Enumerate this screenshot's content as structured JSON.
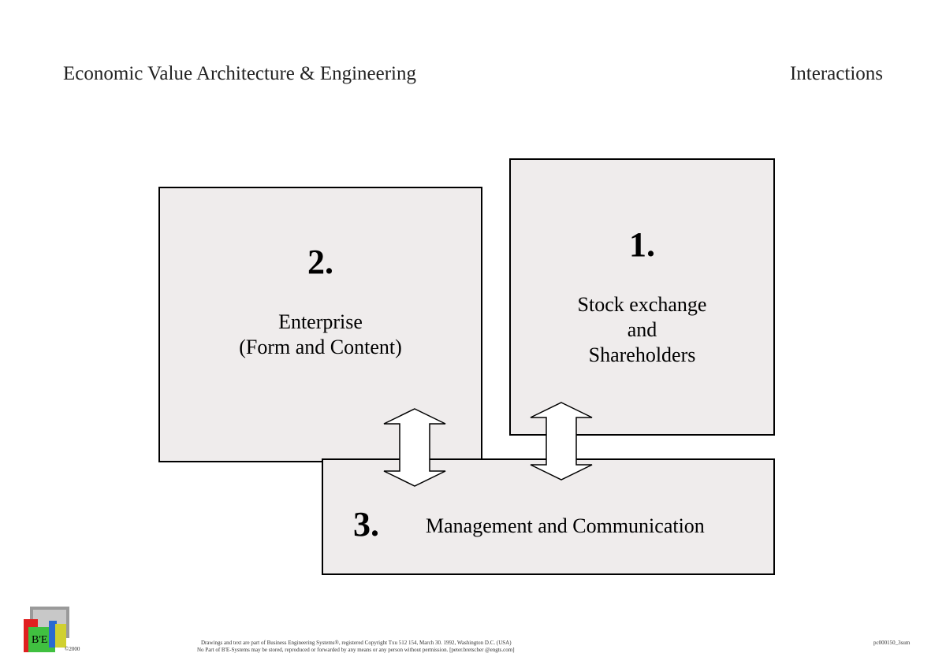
{
  "header": {
    "title": "Economic Value Architecture & Engineering",
    "section": "Interactions"
  },
  "diagram": {
    "box_enterprise": {
      "number": "2.",
      "line1": "Enterprise",
      "line2": "(Form and Content)"
    },
    "box_stock": {
      "number": "1.",
      "line1": "Stock exchange",
      "line2": "and",
      "line3": "Shareholders"
    },
    "box_management": {
      "number": "3.",
      "label": "Management and Communication"
    }
  },
  "footer": {
    "logo_text": "B'E",
    "year": "©2000",
    "copyright_line1": "Drawings and text are part of Business Engineering Systems®, registered Copyright Txu 512 154, March 30. 1992, Washington D.C. (USA)",
    "copyright_line2": "No Part of B'E-Systems may be stored, reproduced or forwarded by any means or any person without permission. [peter.bretscher @engts.com]",
    "doc_id": "pc000150_3sum"
  },
  "colors": {
    "box_fill": "#efecec",
    "border": "#000000"
  }
}
